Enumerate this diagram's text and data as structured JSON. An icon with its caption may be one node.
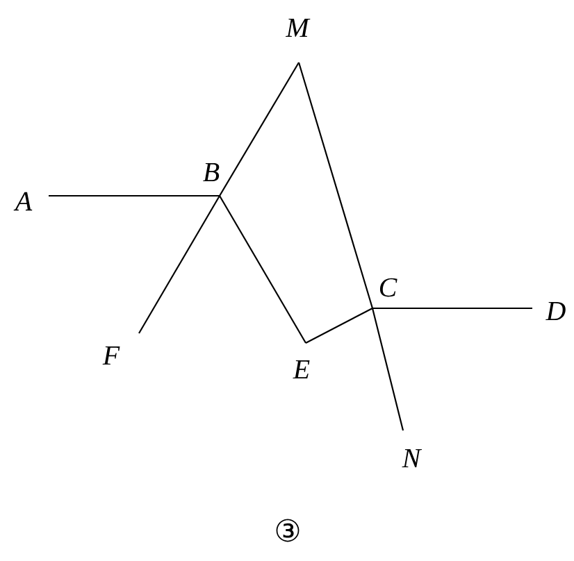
{
  "diagram": {
    "nodes": [
      {
        "text": [
          "M"
        ]
      },
      {
        "text": [
          "A"
        ]
      },
      {
        "text": [
          "B"
        ]
      },
      {
        "text": [
          "C"
        ]
      },
      {
        "text": [
          "D"
        ]
      },
      {
        "text": [
          "F"
        ]
      },
      {
        "text": [
          "E"
        ]
      },
      {
        "text": [
          "N"
        ]
      }
    ],
    "edges": [
      {
        "from": 1,
        "to": 2,
        "arrow": "none"
      },
      {
        "from": 2,
        "to": 0,
        "arrow": "none"
      },
      {
        "from": 2,
        "to": 5,
        "arrow": "none"
      },
      {
        "from": 2,
        "to": 6,
        "arrow": "none"
      },
      {
        "from": 6,
        "to": 3,
        "arrow": "none"
      },
      {
        "from": 3,
        "to": 4,
        "arrow": "none"
      },
      {
        "from": 0,
        "to": 3,
        "arrow": "none"
      },
      {
        "from": 3,
        "to": 7,
        "arrow": "none"
      }
    ],
    "labels": [
      "③"
    ]
  }
}
